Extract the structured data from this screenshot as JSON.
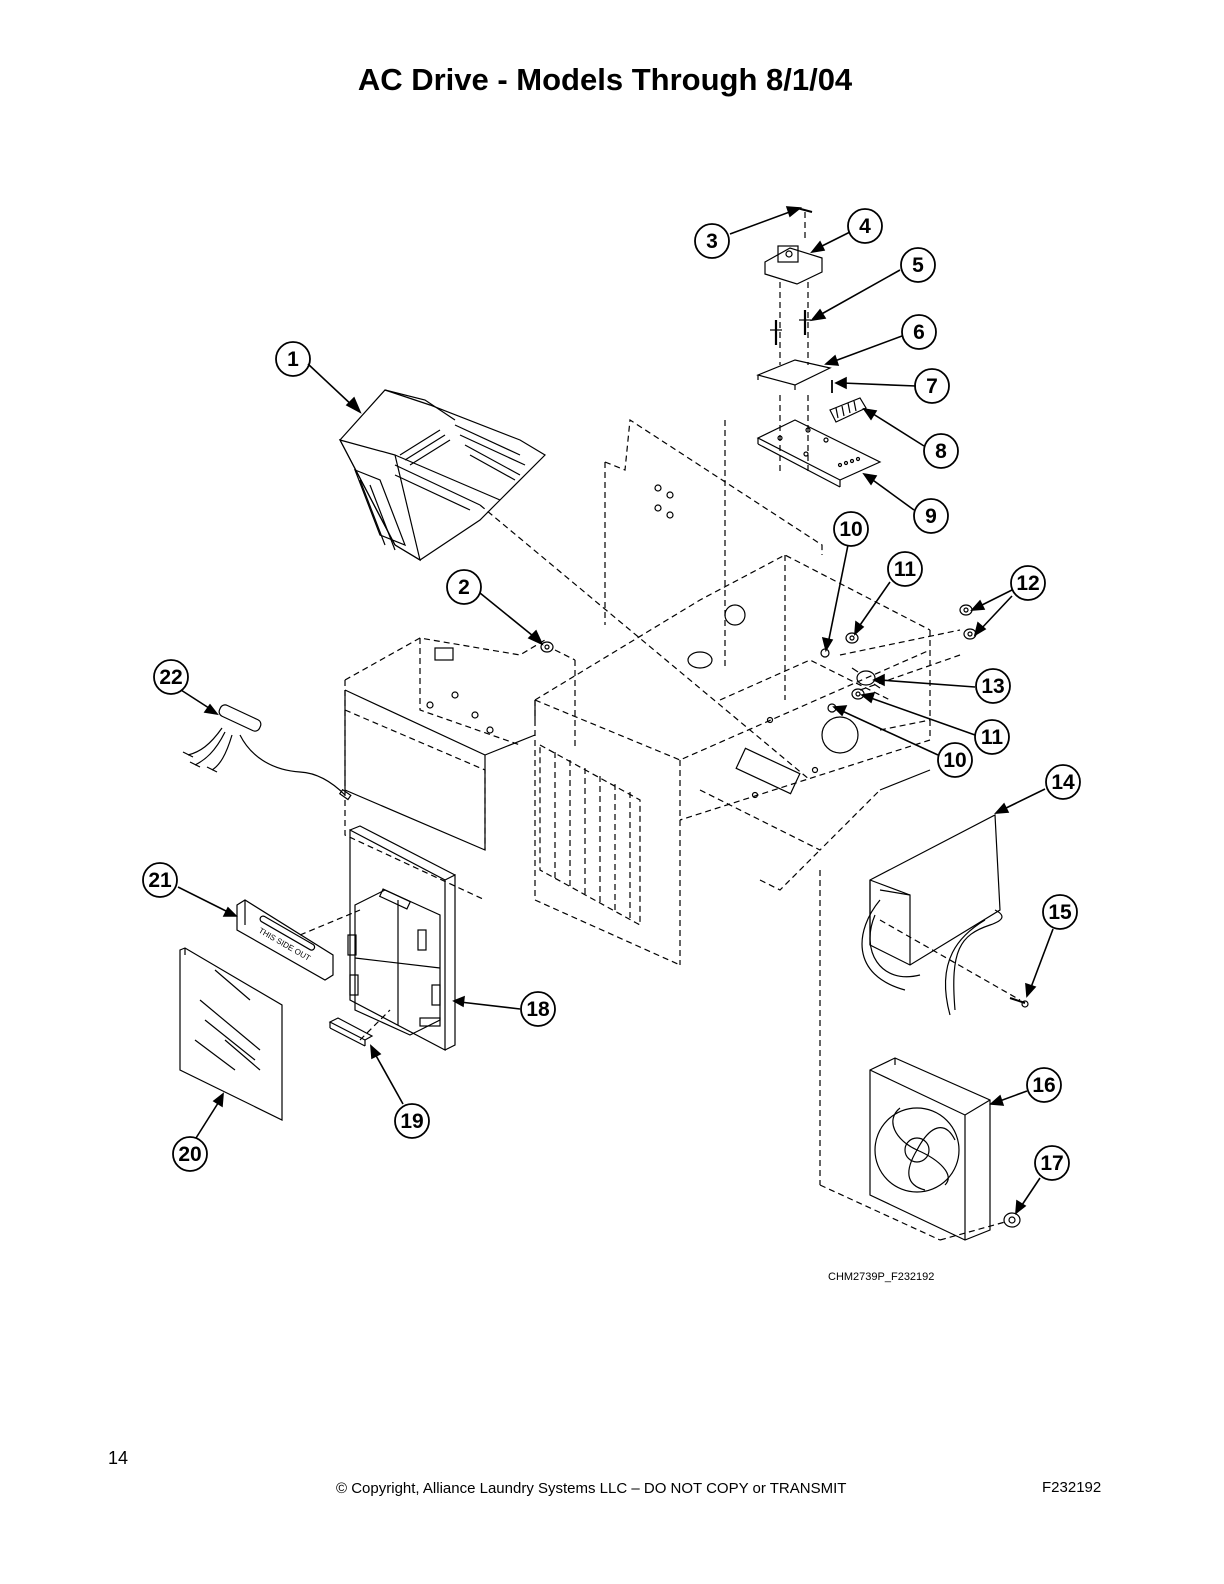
{
  "page": {
    "title": "AC Drive - Models Through 8/1/04",
    "drawing_code": "CHM2739P_F232192",
    "page_number": "14",
    "copyright": "© Copyright, Alliance Laundry Systems LLC – DO NOT COPY or TRANSMIT",
    "document_id": "F232192"
  },
  "diagram": {
    "label_text": "THIS SIDE OUT",
    "callouts": [
      "1",
      "2",
      "3",
      "4",
      "5",
      "6",
      "7",
      "8",
      "9",
      "10",
      "11",
      "12",
      "13",
      "11",
      "10",
      "14",
      "15",
      "16",
      "17",
      "18",
      "19",
      "20",
      "21",
      "22"
    ]
  }
}
